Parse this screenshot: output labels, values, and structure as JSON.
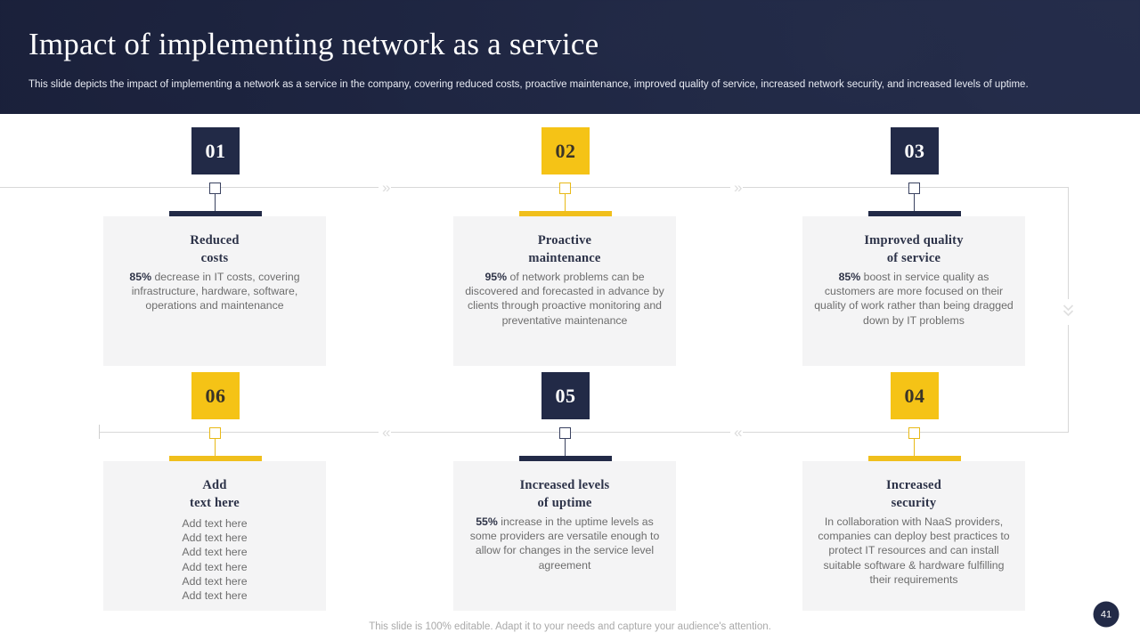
{
  "header": {
    "title": "Impact of implementing network as a service",
    "subtitle": "This slide depicts the impact of implementing a network as a service in the company, covering reduced costs, proactive maintenance, improved quality of service, increased network security, and increased levels of uptime.",
    "background_color": "#222a44",
    "title_color": "#ffffff"
  },
  "theme": {
    "navy": "#222a47",
    "gold": "#f5c316",
    "card_bg": "#f4f4f5",
    "rail": "#d8d8d8",
    "body_text": "#6d6d6d"
  },
  "nodes": [
    {
      "number": "01",
      "color": "dark",
      "title_line1": "Reduced",
      "title_line2": "costs",
      "stat": "85%",
      "body": " decrease in IT costs, covering infrastructure, hardware, software, operations and maintenance"
    },
    {
      "number": "02",
      "color": "gold",
      "title_line1": "Proactive",
      "title_line2": "maintenance",
      "stat": "95%",
      "body": " of network problems can be discovered and forecasted in advance by clients through proactive monitoring and preventative maintenance"
    },
    {
      "number": "03",
      "color": "dark",
      "title_line1": "Improved quality",
      "title_line2": "of service",
      "stat": "85%",
      "body": " boost in service quality as customers are more focused on their quality of work rather than being dragged down by IT problems"
    },
    {
      "number": "04",
      "color": "gold",
      "title_line1": "Increased",
      "title_line2": "security",
      "stat": "",
      "body": "In collaboration with NaaS providers, companies can deploy best practices to protect IT resources and can install suitable software & hardware fulfilling their requirements"
    },
    {
      "number": "05",
      "color": "dark",
      "title_line1": "Increased levels",
      "title_line2": "of uptime",
      "stat": "55%",
      "body": " increase in the uptime levels as some providers are versatile enough to allow for changes in the service level agreement"
    },
    {
      "number": "06",
      "color": "gold",
      "title_line1": "Add",
      "title_line2": "text here",
      "stat": "",
      "body": "",
      "placeholder_lines": [
        "Add text here",
        "Add text here",
        "Add text here",
        "Add text here",
        "Add text here",
        "Add text here"
      ]
    }
  ],
  "connectors": {
    "forward_chevron": "»",
    "backward_chevron": "«",
    "down_chevron": "ˇ"
  },
  "footer": {
    "note": "This slide is 100% editable. Adapt it to your needs and capture your audience's attention.",
    "page_number": "41"
  }
}
